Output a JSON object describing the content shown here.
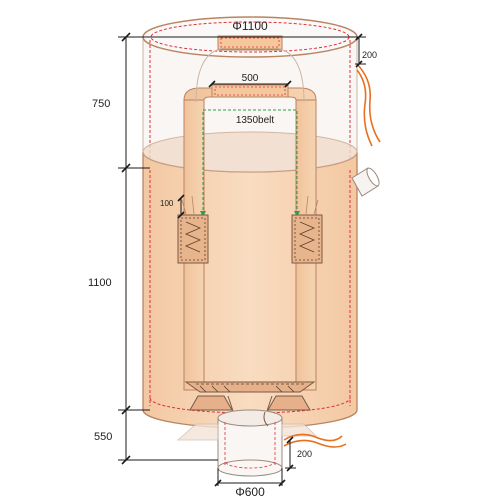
{
  "labels": {
    "top_diameter": "Φ1100",
    "top_skirt_height": "200",
    "top_height": "750",
    "body_height": "1100",
    "bottom_height": "550",
    "loop_width": "500",
    "belt_length": "1350belt",
    "patch_height": "100",
    "spout_length": "200",
    "spout_diameter": "Φ600"
  },
  "colors": {
    "bag_fill": "#f7d5b5",
    "bag_outline": "#b98460",
    "stitch": "#e0303a",
    "belt": "#2e9e55",
    "rope": "#e8701e",
    "dimension": "#1a1a1a"
  }
}
